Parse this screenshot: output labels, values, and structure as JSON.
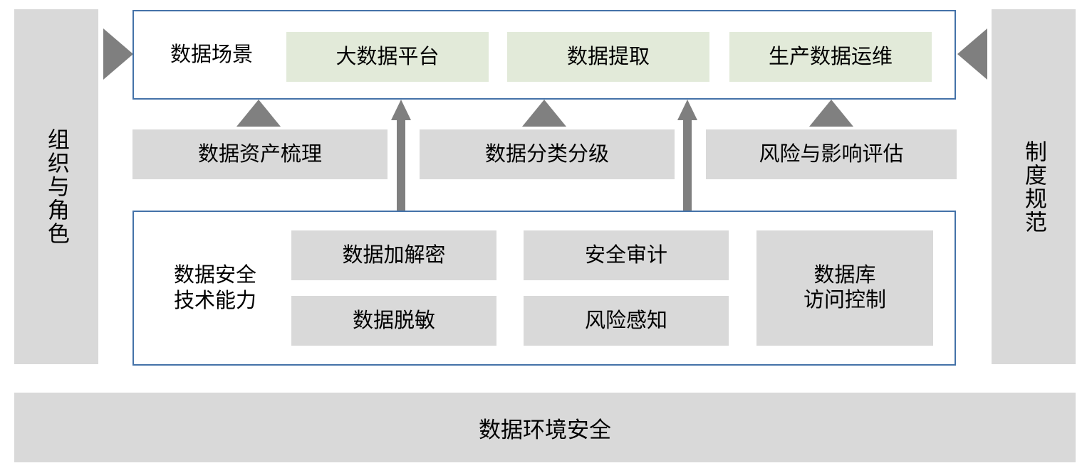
{
  "diagram": {
    "title_bottom": "数据环境安全",
    "colors": {
      "gray_fill": "#d9d9d9",
      "green_fill": "#e2ead9",
      "blue_border": "#4472a8",
      "arrow_gray": "#7f7f7f"
    },
    "left_pillar": {
      "label": "组织与角色"
    },
    "right_pillar": {
      "label": "制度规范"
    },
    "scenario_row": {
      "label": "数据场景",
      "items": [
        {
          "label": "大数据平台"
        },
        {
          "label": "数据提取"
        },
        {
          "label": "生产数据运维"
        }
      ]
    },
    "process_row": {
      "items": [
        {
          "label": "数据资产梳理"
        },
        {
          "label": "数据分类分级"
        },
        {
          "label": "风险与影响评估"
        }
      ]
    },
    "capability_row": {
      "label": "数据安全\n技术能力",
      "items": [
        {
          "label": "数据加解密"
        },
        {
          "label": "数据脱敏"
        },
        {
          "label": "安全审计"
        },
        {
          "label": "风险感知"
        },
        {
          "label": "数据库\n访问控制"
        }
      ]
    },
    "bottom_bar": {
      "label": "数据环境安全"
    },
    "connectors": {
      "triangles_up": 3,
      "long_arrows_up": 2,
      "side_arrow_right": "arrow-right-icon",
      "side_arrow_left": "arrow-left-icon"
    }
  }
}
